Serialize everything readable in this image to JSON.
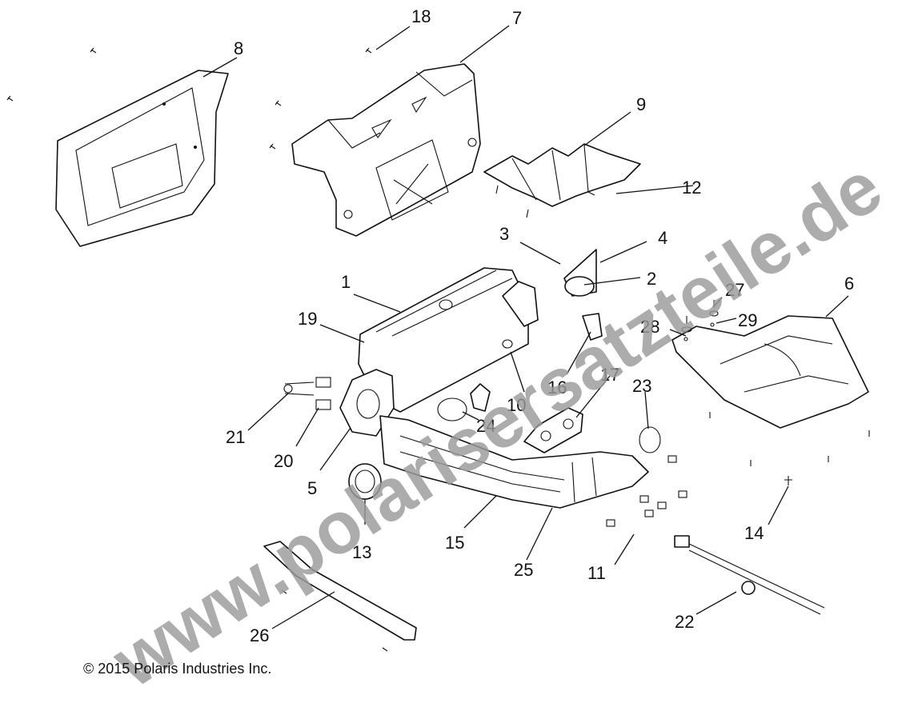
{
  "diagram": {
    "callouts": {
      "c1": "1",
      "c2": "2",
      "c3": "3",
      "c4": "4",
      "c5": "5",
      "c6": "6",
      "c7": "7",
      "c8": "8",
      "c9": "9",
      "c10": "10",
      "c11": "11",
      "c12": "12",
      "c13": "13",
      "c14": "14",
      "c15": "15",
      "c16": "16",
      "c17": "17",
      "c18": "18",
      "c19": "19",
      "c20": "20",
      "c21": "21",
      "c22": "22",
      "c23": "23",
      "c24": "24",
      "c25": "25",
      "c26": "26",
      "c27": "27",
      "c28": "28",
      "c29": "29"
    },
    "watermark": "www.polarisersatzteile.de",
    "copyright": "© 2015 Polaris Industries Inc."
  },
  "colors": {
    "line": "#111111",
    "watermark": "#9a9a9a",
    "background": "#ffffff"
  }
}
